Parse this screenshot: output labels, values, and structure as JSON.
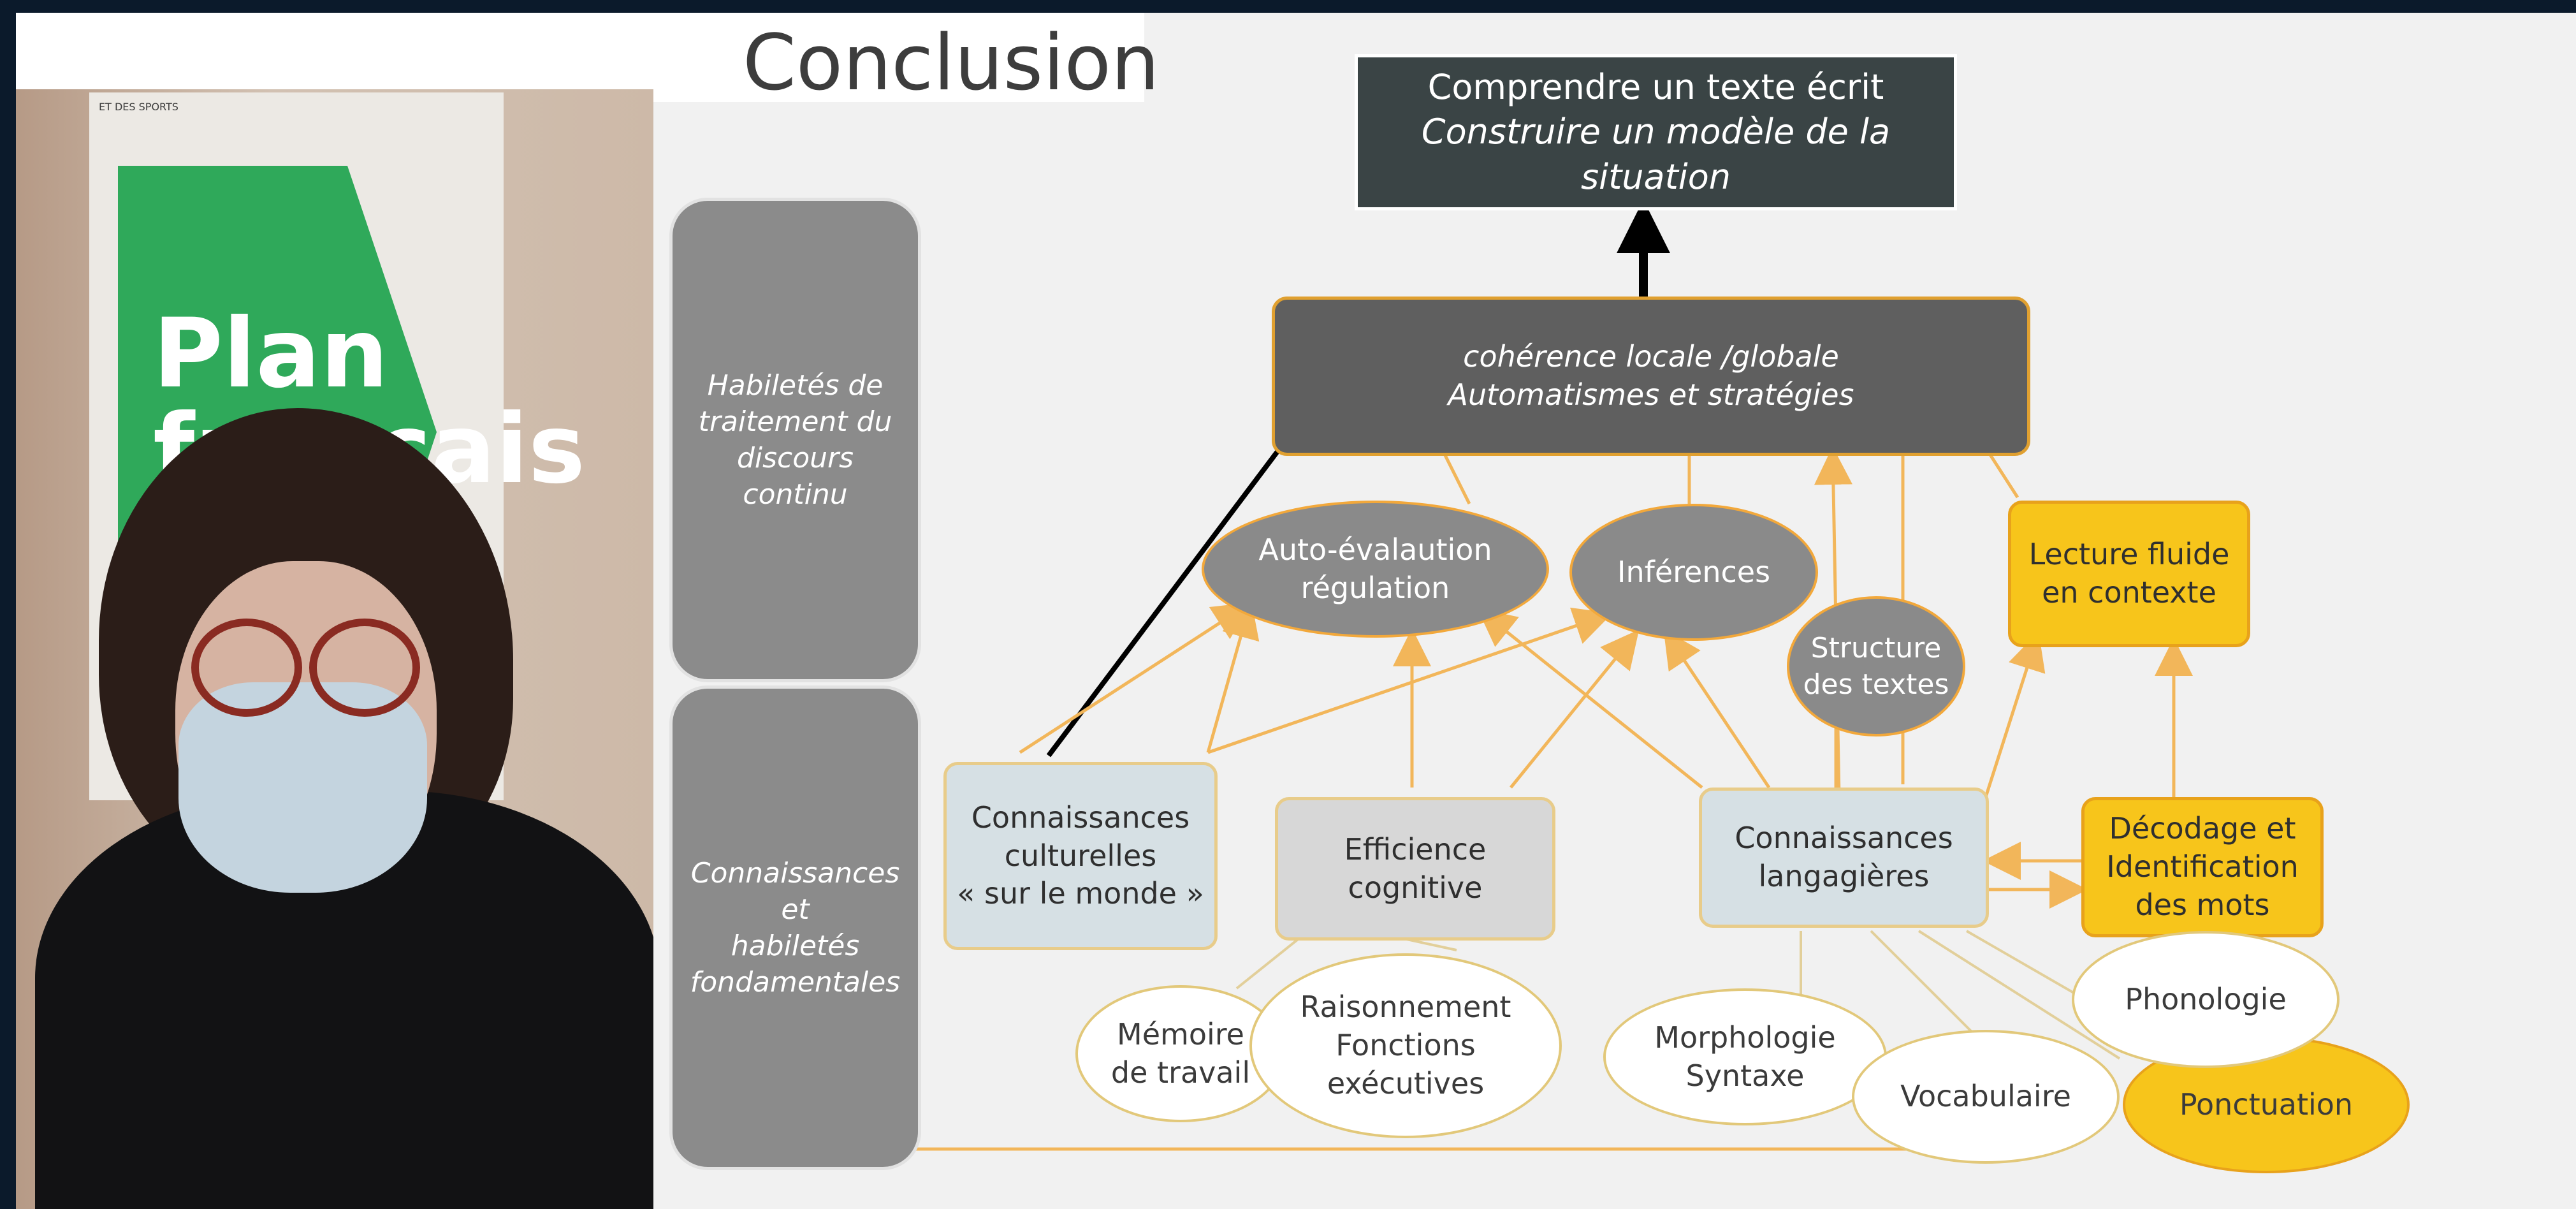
{
  "video": {
    "poster_small_text": "ET DES SPORTS",
    "poster_title": "Plan\nfrançais"
  },
  "slide": {
    "title": "Conclusion",
    "top_box": {
      "line1": "Comprendre un texte écrit",
      "line2": "Construire un modèle de la situation"
    },
    "coherence_box": "cohérence locale /globale\nAutomatismes  et  stratégies",
    "side_top": "Habiletés de\ntraitement du\ndiscours continu",
    "side_bottom": "Connaissances et\nhabiletés\nfondamentales",
    "auto_evaluation": "Auto-évalaution\nrégulation",
    "inferences": "Inférences",
    "structure": "Structure\ndes textes",
    "lecture_fluide": "Lecture fluide\nen contexte",
    "connaissances_culturelles": "Connaissances\nculturelles\n« sur le monde »",
    "efficience": "Efficience cognitive",
    "connaissances_langagieres": "Connaissances\nlangagières",
    "decodage": "Décodage et\nIdentification\ndes mots",
    "memoire": "Mémoire\nde travail",
    "raisonnement": "Raisonnement\nFonctions\nexécutives",
    "morphologie": "Morphologie\nSyntaxe",
    "vocabulaire": "Vocabulaire",
    "phonologie": "Phonologie",
    "ponctuation": "Ponctuation"
  },
  "colors": {
    "arrow_orange": "#f2b65a",
    "connector_beige": "#e2cf9a",
    "dark_box": "#3a4445",
    "yellow": "#f7c51b"
  }
}
